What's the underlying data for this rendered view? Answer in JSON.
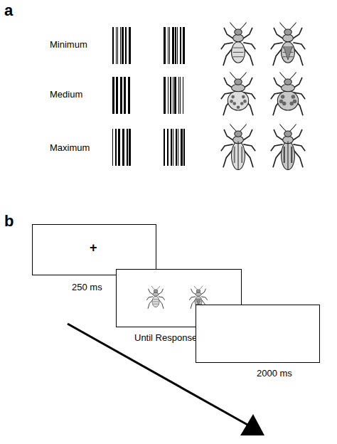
{
  "diagram": {
    "nodes": [
      {
        "text": [
          "+",
          "250 ms"
        ]
      },
      {
        "text": [
          "Until Response"
        ]
      },
      {
        "text": [
          "2000 ms"
        ]
      }
    ],
    "labels": [
      "a",
      "Minimum",
      "Medium",
      "Maximum",
      "b"
    ]
  }
}
